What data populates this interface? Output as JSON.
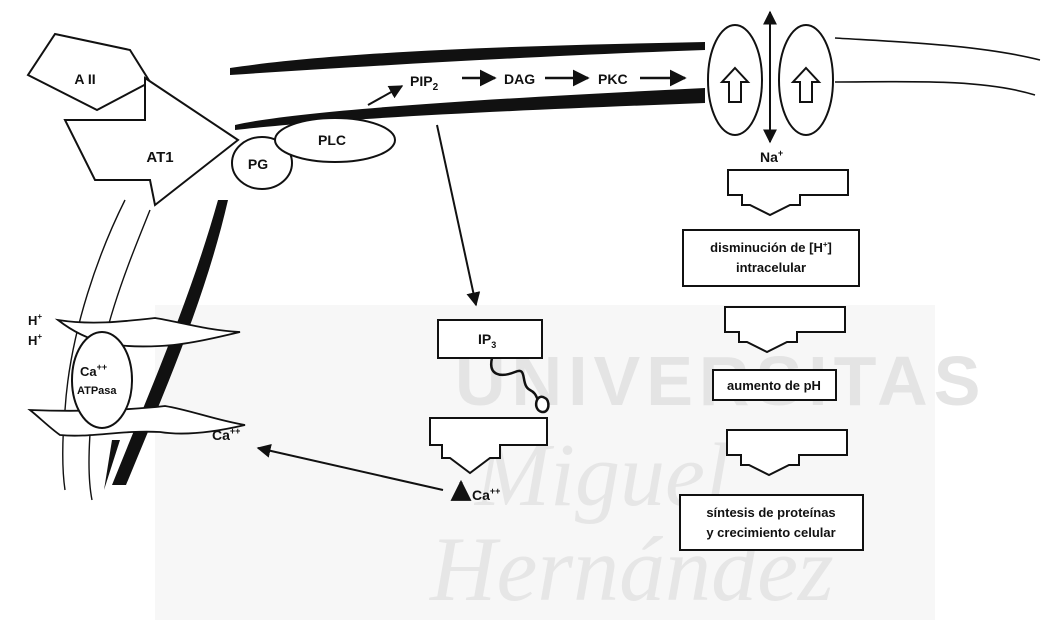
{
  "labels": {
    "angiotensin": "A II",
    "receptor": "AT1",
    "g_protein": "PG",
    "plc": "PLC",
    "pip2": "PIP",
    "pip2_sub": "2",
    "dag": "DAG",
    "pkc": "PKC",
    "sodium": "Na",
    "sodium_sup": "+",
    "h_top": "H",
    "h_top_sup": "+",
    "h_bottom": "H",
    "h_bottom_sup": "+",
    "atpase_line1": "Ca",
    "atpase_line1_sup": "++",
    "atpase_line2": "ATPasa",
    "calcium_free": "Ca",
    "calcium_free_sup": "++",
    "ip3": "IP",
    "ip3_sub": "3",
    "calcium_increase": "Ca",
    "calcium_increase_sup": "++",
    "step1_line1_pre": "disminución de [H",
    "step1_line1_sup": "+",
    "step1_line1_post": "]",
    "step1_line2": "intracelular",
    "step2": "aumento de pH",
    "step3_line1": "síntesis de proteínas",
    "step3_line2": "y crecimiento celular"
  },
  "watermark": {
    "line1": "UNIVERSITAS",
    "line2": "Miguel",
    "line3": "Hernández"
  }
}
